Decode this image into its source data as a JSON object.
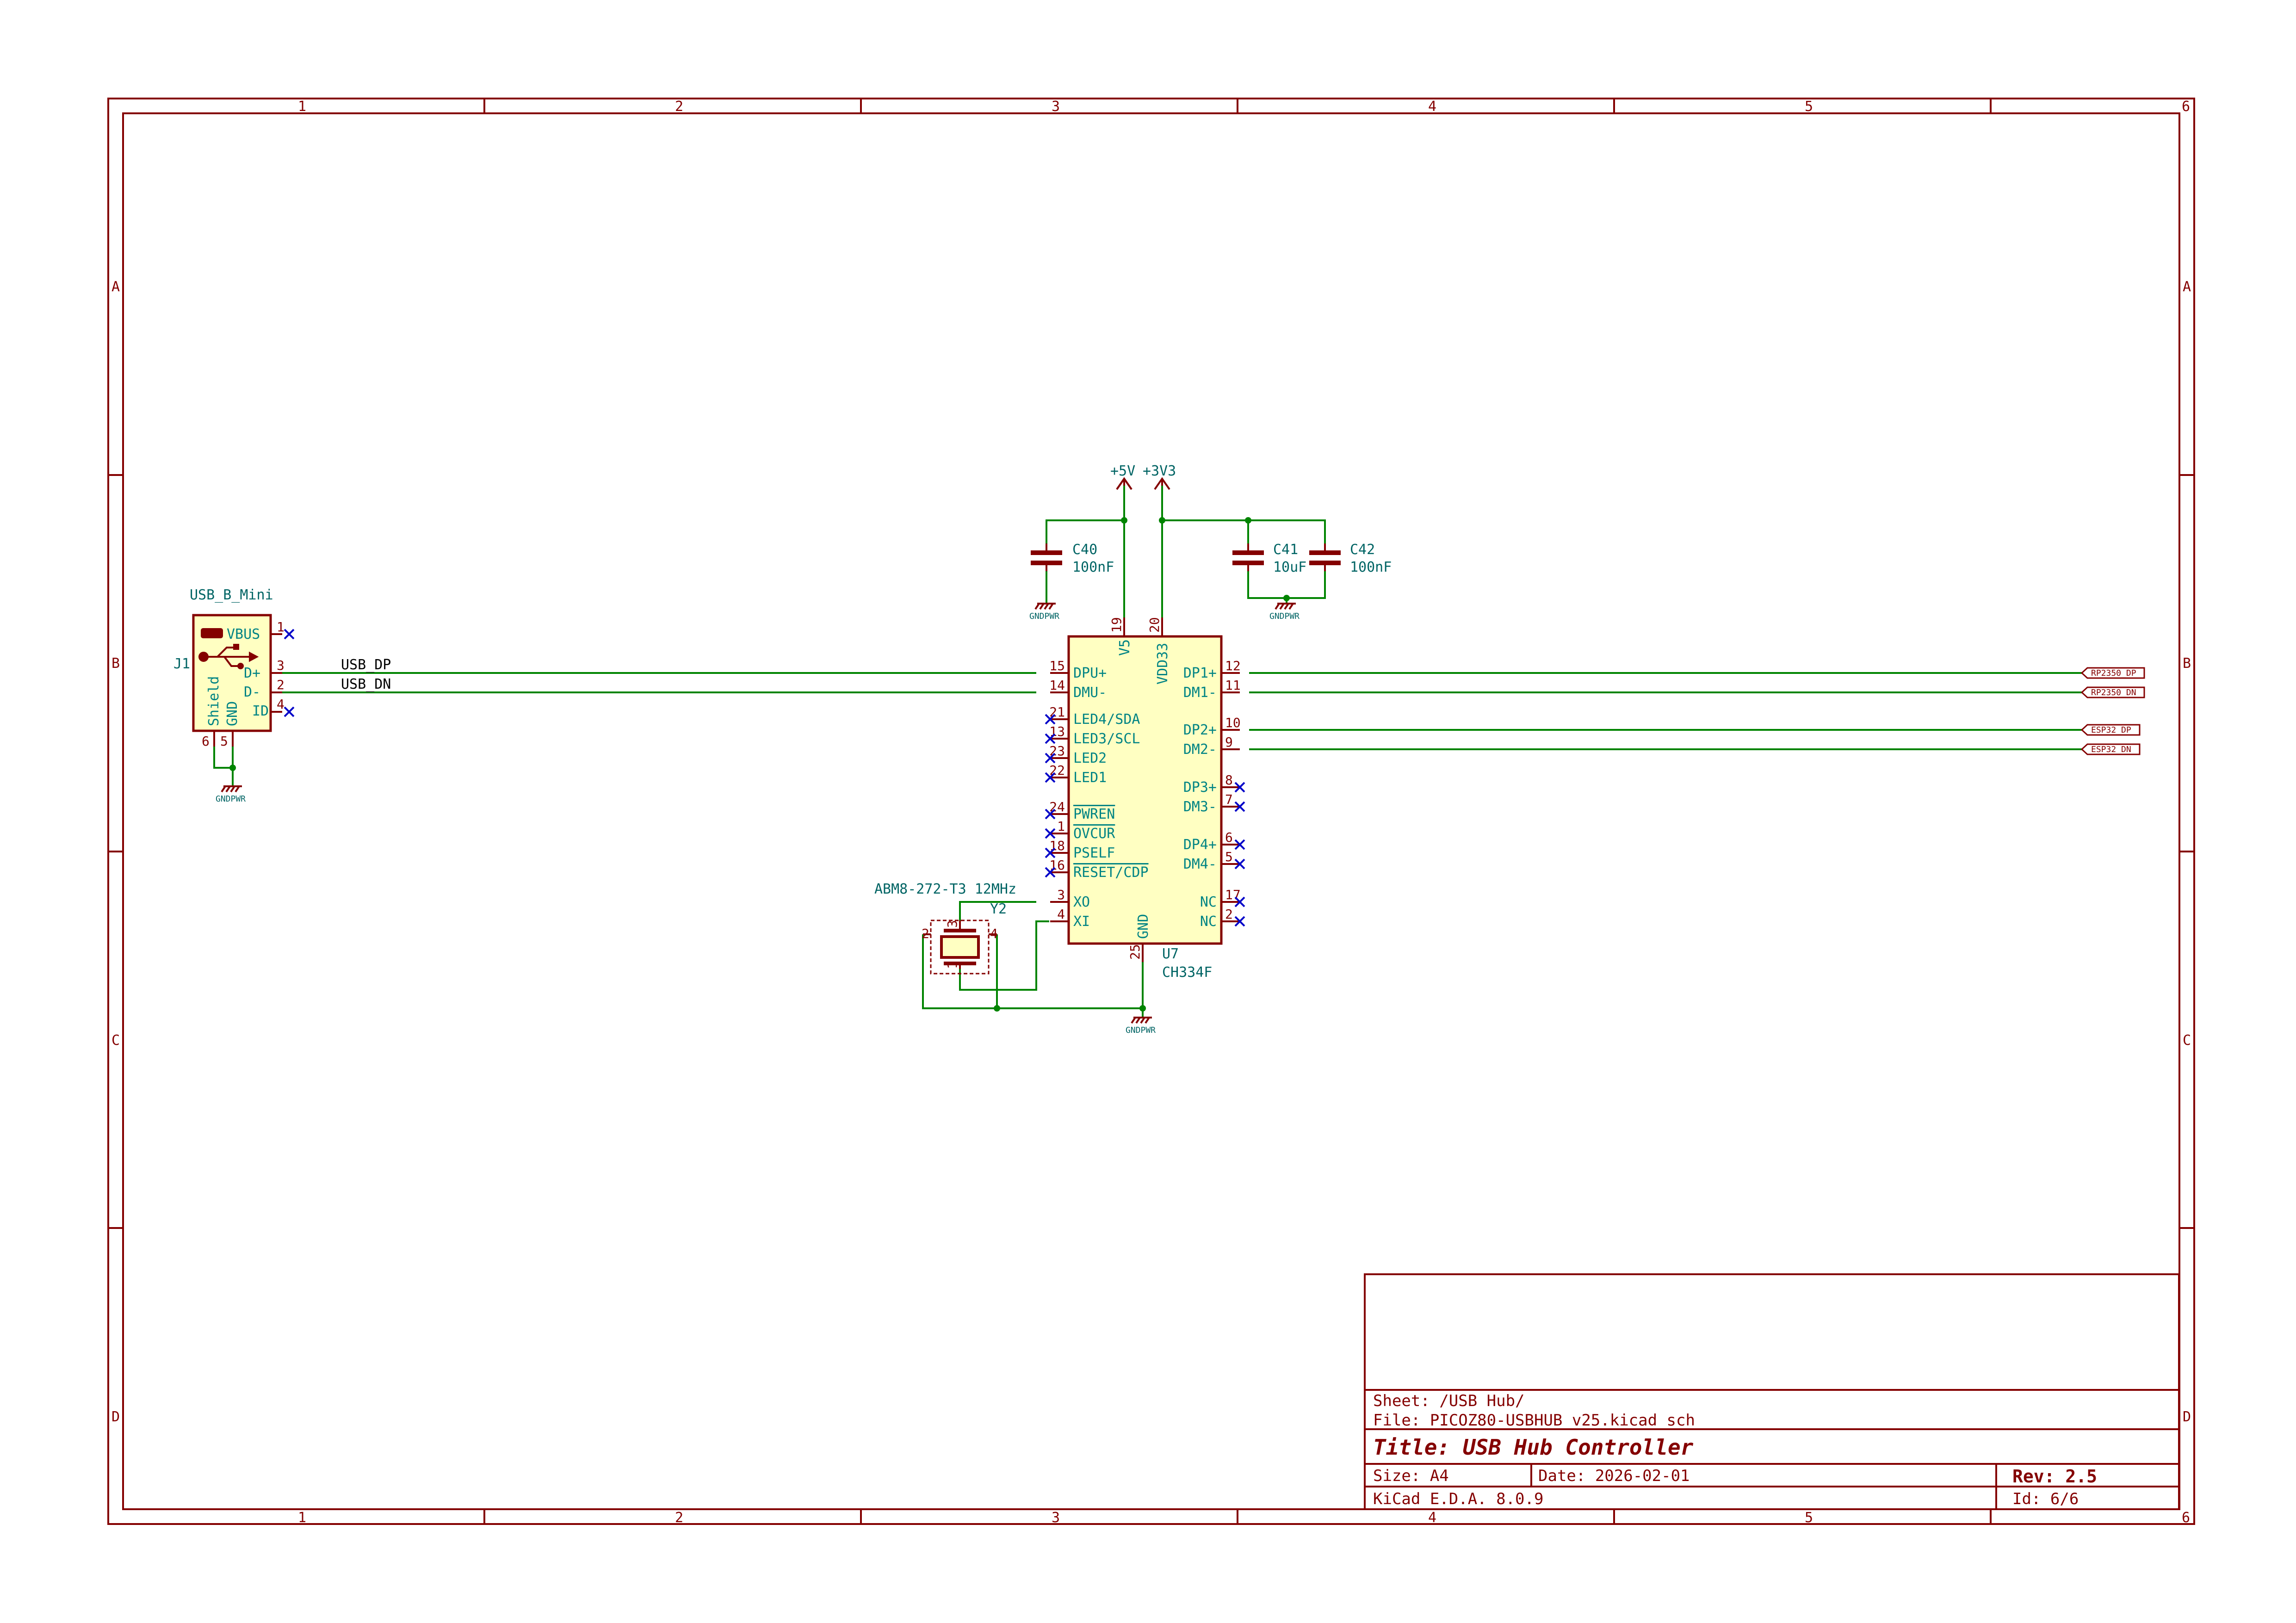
{
  "frame": {
    "columns": [
      "1",
      "2",
      "3",
      "4",
      "5",
      "6"
    ],
    "rows": [
      "A",
      "B",
      "C",
      "D"
    ]
  },
  "title_block": {
    "sheet": "Sheet: /USB Hub/",
    "file": "File: PICOZ80-USBHUB_v25.kicad_sch",
    "title": "Title: USB Hub Controller",
    "size": "Size: A4",
    "date": "Date: 2026-02-01",
    "rev": "Rev: 2.5",
    "tool": "KiCad E.D.A. 8.0.9",
    "id": "Id: 6/6"
  },
  "j1": {
    "ref": "J1",
    "value": "USB_B_Mini",
    "pins": {
      "vbus": {
        "name": "VBUS",
        "num": "1"
      },
      "dp": {
        "name": "D+",
        "num": "3"
      },
      "dm": {
        "name": "D-",
        "num": "2"
      },
      "id": {
        "name": "ID",
        "num": "4"
      },
      "shield": {
        "name": "Shield",
        "num": "6"
      },
      "gnd": {
        "name": "GND",
        "num": "5"
      }
    }
  },
  "u7": {
    "ref": "U7",
    "value": "CH334F",
    "left_pins": [
      {
        "name": "DPU+",
        "num": "15"
      },
      {
        "name": "DMU-",
        "num": "14"
      },
      {
        "name": "LED4/SDA",
        "num": "21"
      },
      {
        "name": "LED3/SCL",
        "num": "13"
      },
      {
        "name": "LED2",
        "num": "23"
      },
      {
        "name": "LED1",
        "num": "22"
      },
      {
        "name": "PWREN",
        "num": "24"
      },
      {
        "name": "OVCUR",
        "num": "1"
      },
      {
        "name": "PSELF",
        "num": "18"
      },
      {
        "name": "RESET/CDP",
        "num": "16"
      },
      {
        "name": "XO",
        "num": "3"
      },
      {
        "name": "XI",
        "num": "4"
      }
    ],
    "right_pins": [
      {
        "name": "DP1+",
        "num": "12"
      },
      {
        "name": "DM1-",
        "num": "11"
      },
      {
        "name": "DP2+",
        "num": "10"
      },
      {
        "name": "DM2-",
        "num": "9"
      },
      {
        "name": "DP3+",
        "num": "8"
      },
      {
        "name": "DM3-",
        "num": "7"
      },
      {
        "name": "DP4+",
        "num": "6"
      },
      {
        "name": "DM4-",
        "num": "5"
      },
      {
        "name": "NC",
        "num": "17"
      },
      {
        "name": "NC",
        "num": "2"
      }
    ],
    "top_pins": [
      {
        "name": "V5",
        "num": "19"
      },
      {
        "name": "VDD33",
        "num": "20"
      }
    ],
    "bottom_pin": {
      "name": "GND",
      "num": "25"
    }
  },
  "caps": [
    {
      "ref": "C40",
      "value": "100nF"
    },
    {
      "ref": "C41",
      "value": "10uF"
    },
    {
      "ref": "C42",
      "value": "100nF"
    }
  ],
  "y2": {
    "ref": "Y2",
    "value": "ABM8-272-T3 12MHz",
    "pins": [
      "1",
      "2",
      "3",
      "4"
    ]
  },
  "power": {
    "v5": "+5V",
    "v33": "+3V3",
    "gnd": "GNDPWR"
  },
  "nets": {
    "usb_dp": "USB_DP",
    "usb_dn": "USB_DN"
  },
  "hier_labels": [
    "RP2350_DP",
    "RP2350_DN",
    "ESP32_DP",
    "ESP32_DN"
  ],
  "colors": {
    "frame": "#840000",
    "wire": "#008400",
    "body_fill": "#ffffc2",
    "pin_name": "#008484",
    "no_connect": "#0000c8"
  }
}
